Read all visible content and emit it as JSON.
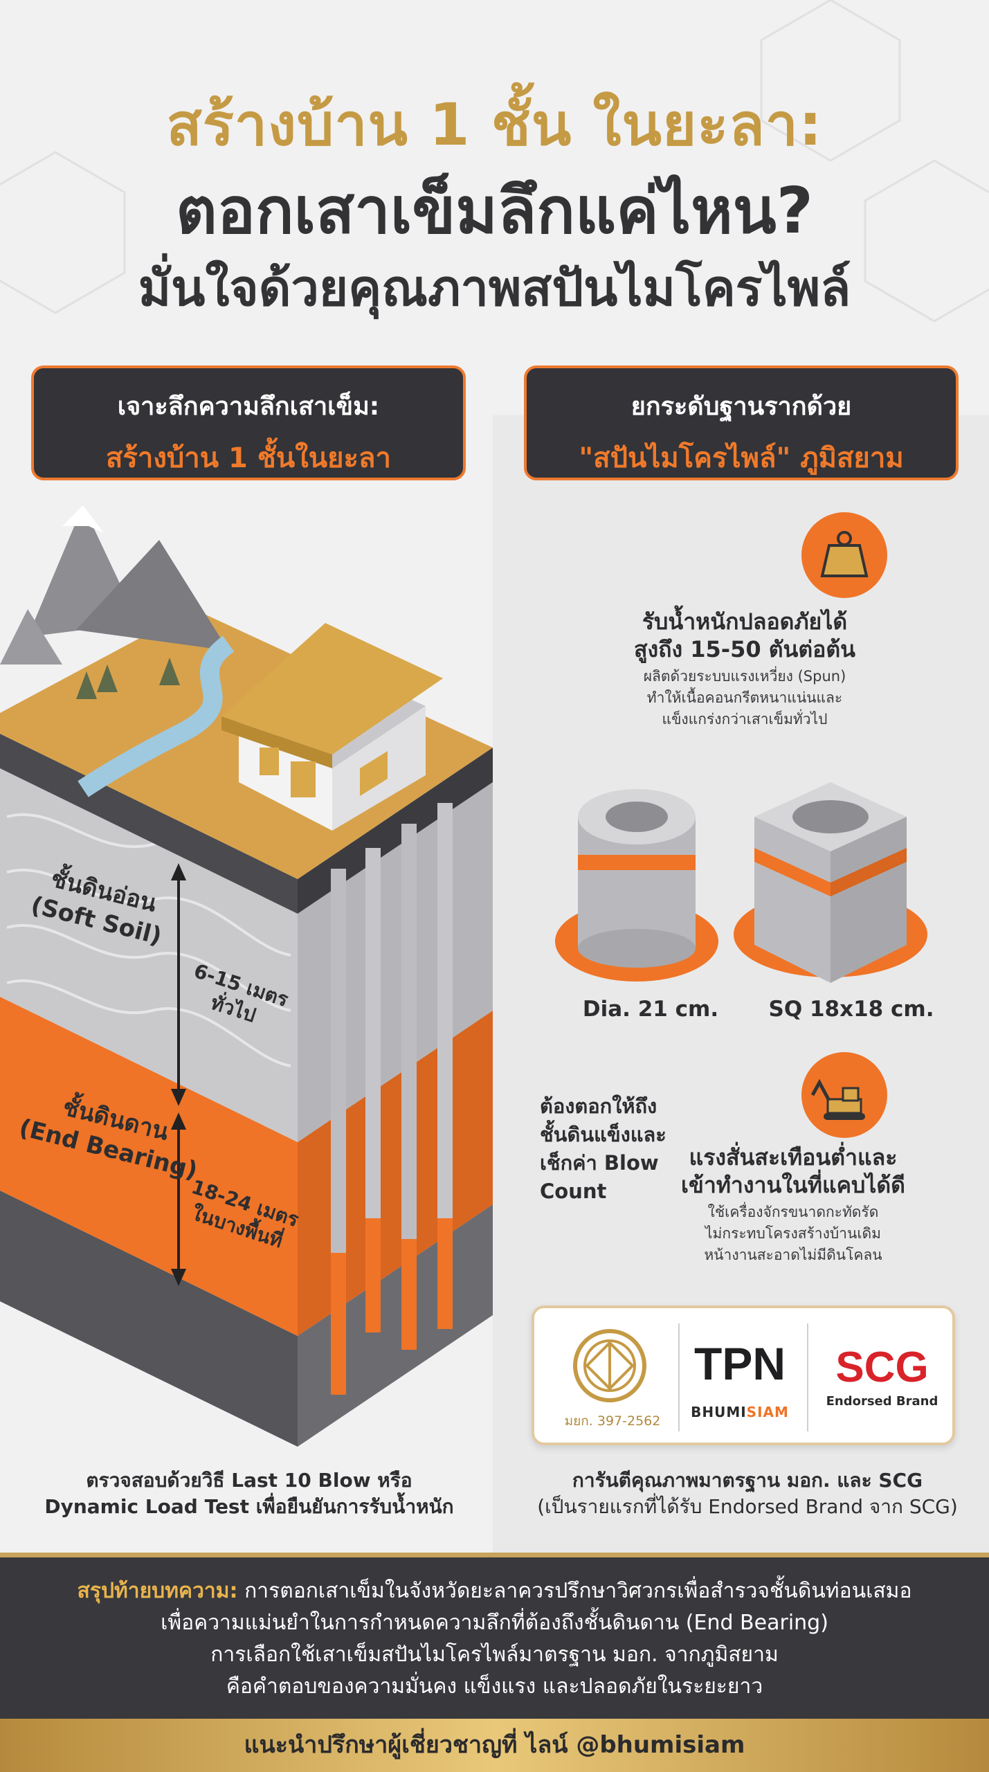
{
  "title": {
    "line1": "สร้างบ้าน 1 ชั้น ในยะลา:",
    "line2": "ตอกเสาเข็มลึกแค่ไหน?",
    "line3": "มั่นใจด้วยคุณภาพสปันไมโครไพล์"
  },
  "left_header": {
    "line1": "เจาะลึกความลึกเสาเข็ม:",
    "line2": "สร้างบ้าน 1 ชั้นในยะลา"
  },
  "right_header": {
    "line1": "ยกระดับฐานรากด้วย",
    "line2": "\"สปันไมโครไพล์\" ภูมิสยาม"
  },
  "soil": {
    "soft_th": "ชั้นดินอ่อน",
    "soft_en": "(Soft Soil)",
    "soft_depth1": "6-15 เมตร",
    "soft_depth2": "ทั่วไป",
    "hard_th": "ชั้นดินดาน",
    "hard_en": "(End Bearing)",
    "hard_depth1": "18-24 เมตร",
    "hard_depth2": "ในบางพื้นที่"
  },
  "left_caption": {
    "line1": "ตรวจสอบด้วยวิธี Last 10 Blow หรือ",
    "line2": "Dynamic Load Test เพื่อยืนยันการรับน้ำหนัก"
  },
  "feature1": {
    "icon": "weight-icon",
    "title1": "รับน้ำหนักปลอดภัยได้",
    "title2": "สูงถึง 15-50 ตันต่อต้น",
    "desc1": "ผลิตด้วยระบบแรงเหวี่ยง (Spun)",
    "desc2": "ทำให้เนื้อคอนกรีตหนาแน่นและ",
    "desc3": "แข็งแกร่งกว่าเสาเข็มทั่วไป"
  },
  "piles": {
    "round_label": "Dia. 21 cm.",
    "square_label": "SQ 18x18 cm."
  },
  "blow_note": {
    "line1": "ต้องตอกให้ถึง",
    "line2": "ชั้นดินแข็งและ",
    "line3": "เช็กค่า Blow",
    "line4": "Count"
  },
  "feature2": {
    "icon": "excavator-icon",
    "title1": "แรงสั่นสะเทือนต่ำและ",
    "title2": "เข้าทำงานในที่แคบได้ดี",
    "desc1": "ใช้เครื่องจักรขนาดกะทัดรัด",
    "desc2": "ไม่กระทบโครงสร้างบ้านเดิม",
    "desc3": "หน้างานสะอาดไม่มีดินโคลน"
  },
  "badge": {
    "tis": "มยก. 397-2562",
    "tpn": "TPN",
    "bhumi_a": "BHUMI",
    "bhumi_b": "SIAM",
    "scg": "SCG",
    "endorsed": "Endorsed Brand"
  },
  "right_caption": {
    "line1": "การันตีคุณภาพมาตรฐาน มอก. และ SCG",
    "line2": "(เป็นรายแรกที่ได้รับ Endorsed Brand จาก SCG)"
  },
  "footer": {
    "lead": "สรุปท้ายบทความ:",
    "line1": " การตอกเสาเข็มในจังหวัดยะลาควรปรึกษาวิศวกรเพื่อสำรวจชั้นดินท่อนเสมอ",
    "line2": "เพื่อความแม่นยำในการกำหนดความลึกที่ต้องถึงชั้นดินดาน (End Bearing)",
    "line3": "การเลือกใช้เสาเข็มสปันไมโครไพล์มาตรฐาน มอก. จากภูมิสยาม",
    "line4": "คือคำตอบของความมั่นคง แข็งแรง และปลอดภัยในระยะยาว"
  },
  "cta": "แนะนำปรึกษาผู้เชี่ยวชาญที่ ไลน์ @bhumisiam",
  "colors": {
    "orange": "#ef7427",
    "gold": "#c59a44",
    "dark": "#333338",
    "light_bg": "#f1f1f2"
  }
}
